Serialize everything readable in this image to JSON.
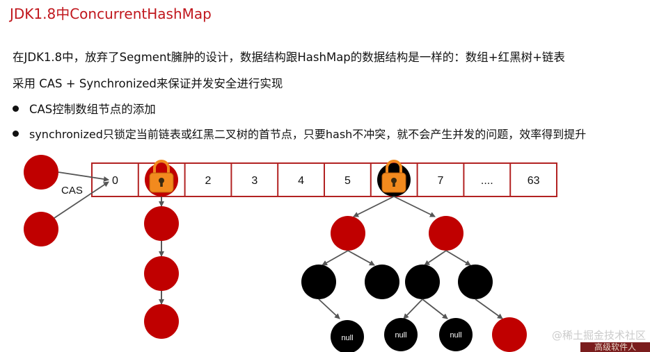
{
  "title": "JDK1.8中ConcurrentHashMap",
  "paragraphs": {
    "line1": "在JDK1.8中，放弃了Segment臃肿的设计，数据结构跟HashMap的数据结构是一样的：数组+红黑树+链表",
    "line2": "采用 CAS + Synchronized来保证并发安全进行实现"
  },
  "bullets": [
    "CAS控制数组节点的添加",
    "synchronized只锁定当前链表或红黑二叉树的首节点，只要hash不冲突，就不会产生并发的问题，效率得到提升"
  ],
  "diagram": {
    "cas_label": "CAS",
    "array_cells": [
      "0",
      "",
      "2",
      "3",
      "4",
      "5",
      "",
      "7",
      "....",
      "63"
    ],
    "null_label": "null"
  },
  "colors": {
    "title": "#c0161c",
    "red_node": "#c00000",
    "black_node": "#000000",
    "array_border": "#b22222",
    "lock": "#f28a1e"
  },
  "watermark": {
    "text": "@稀土掘金技术社区",
    "banner": "高级软件人"
  }
}
